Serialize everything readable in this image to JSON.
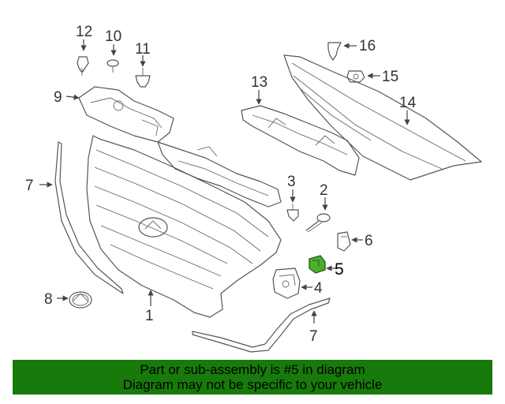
{
  "diagram": {
    "callouts": [
      "12",
      "10",
      "11",
      "16",
      "15",
      "9",
      "13",
      "14",
      "7",
      "3",
      "2",
      "6",
      "5",
      "8",
      "4",
      "1",
      "7"
    ],
    "highlight_part": "5",
    "highlight_color": "#4caf2a",
    "line_color": "#555555"
  },
  "banner": {
    "line1": "Part or sub-assembly is #5 in diagram",
    "line2": "Diagram may not be specific to your vehicle",
    "background": "#187a0b"
  }
}
